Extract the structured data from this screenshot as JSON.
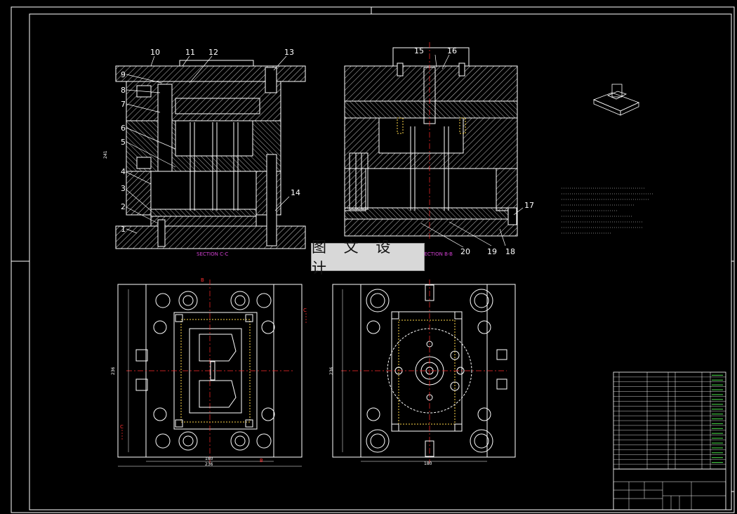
{
  "section_c": "SECTION C-C",
  "section_b": "SECTION B-B",
  "watermark": "图 文 设 计",
  "part_numbers": [
    "1",
    "2",
    "3",
    "4",
    "5",
    "6",
    "7",
    "8",
    "9",
    "10",
    "11",
    "12",
    "13",
    "14",
    "15",
    "16",
    "17",
    "18",
    "19",
    "20"
  ],
  "cut_marks": {
    "b": "B",
    "c": "C"
  },
  "dims": {
    "width_left": "236",
    "width_inner_left": "180",
    "width_inner_right": "180",
    "height_left": "236",
    "height_right": "236",
    "height_top": "241"
  },
  "colors": {
    "line": "#ffffff",
    "hatch": "#ffffff",
    "center": "#ff2a2a",
    "hidden": "#ffd84a",
    "accent": "#d040d0",
    "bom_green": "#40c040"
  }
}
